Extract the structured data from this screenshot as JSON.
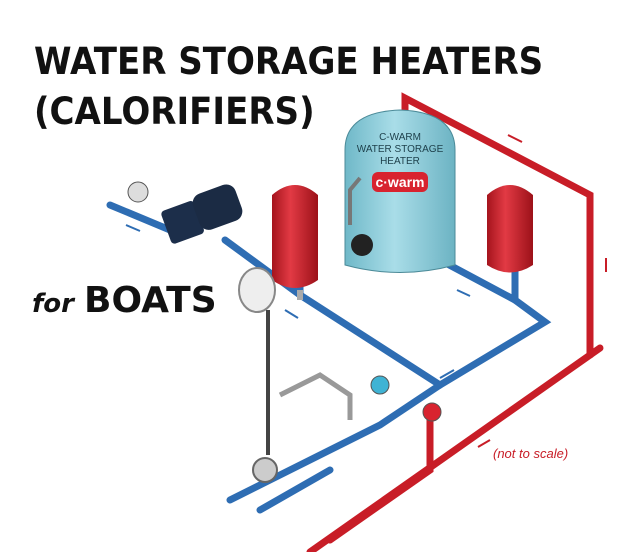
{
  "title": {
    "line1": "WATER STORAGE HEATERS",
    "line2": "(CALORIFIERS)"
  },
  "subtitle": {
    "for": "for",
    "boats": "BOATS"
  },
  "heater": {
    "label_line1": "C-WARM",
    "label_line2": "WATER STORAGE",
    "label_line3": "HEATER",
    "logo": "c·warm"
  },
  "note": "(not to scale)",
  "colors": {
    "hot_pipe": "#d9202a",
    "cold_pipe": "#2f6fb5",
    "heater": "#8fd0dc",
    "expansion_tank": "#d3202e"
  }
}
